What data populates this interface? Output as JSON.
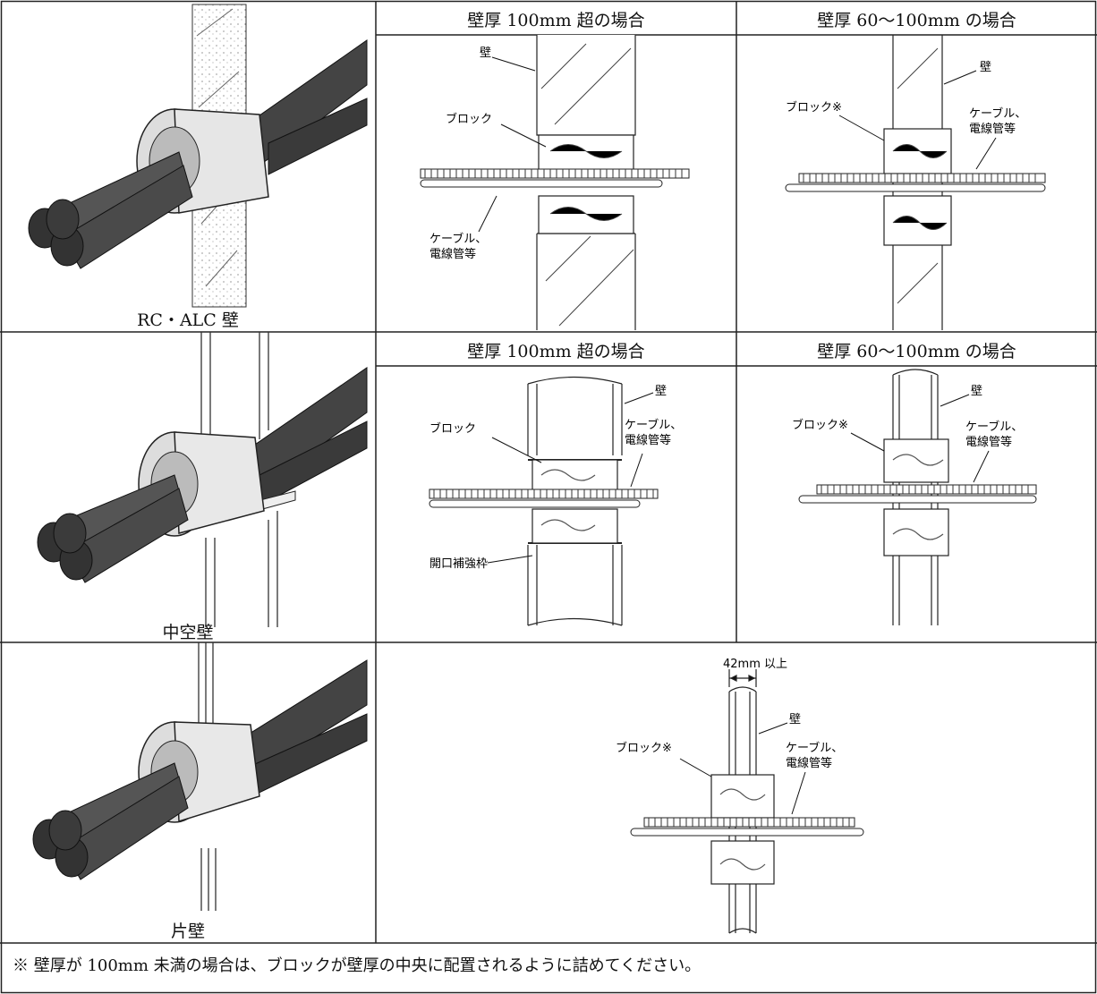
{
  "rows": [
    {
      "wall_label": "RC・ALC 壁",
      "case_left_header": "壁厚 100mm 超の場合",
      "case_right_header": "壁厚 60～100mm の場合"
    },
    {
      "wall_label": "中空壁",
      "case_left_header": "壁厚 100mm 超の場合",
      "case_right_header": "壁厚 60～100mm の場合"
    },
    {
      "wall_label": "片壁"
    }
  ],
  "callouts": {
    "wall": "壁",
    "block": "ブロック",
    "block_note": "ブロック※",
    "cable_line1": "ケーブル、",
    "cable_line2": "電線管等",
    "opening_frame": "開口補強枠",
    "min_width": "42mm 以上"
  },
  "footnote": "※ 壁厚が 100mm 未満の場合は、ブロックが壁厚の中央に配置されるように詰めてください。"
}
